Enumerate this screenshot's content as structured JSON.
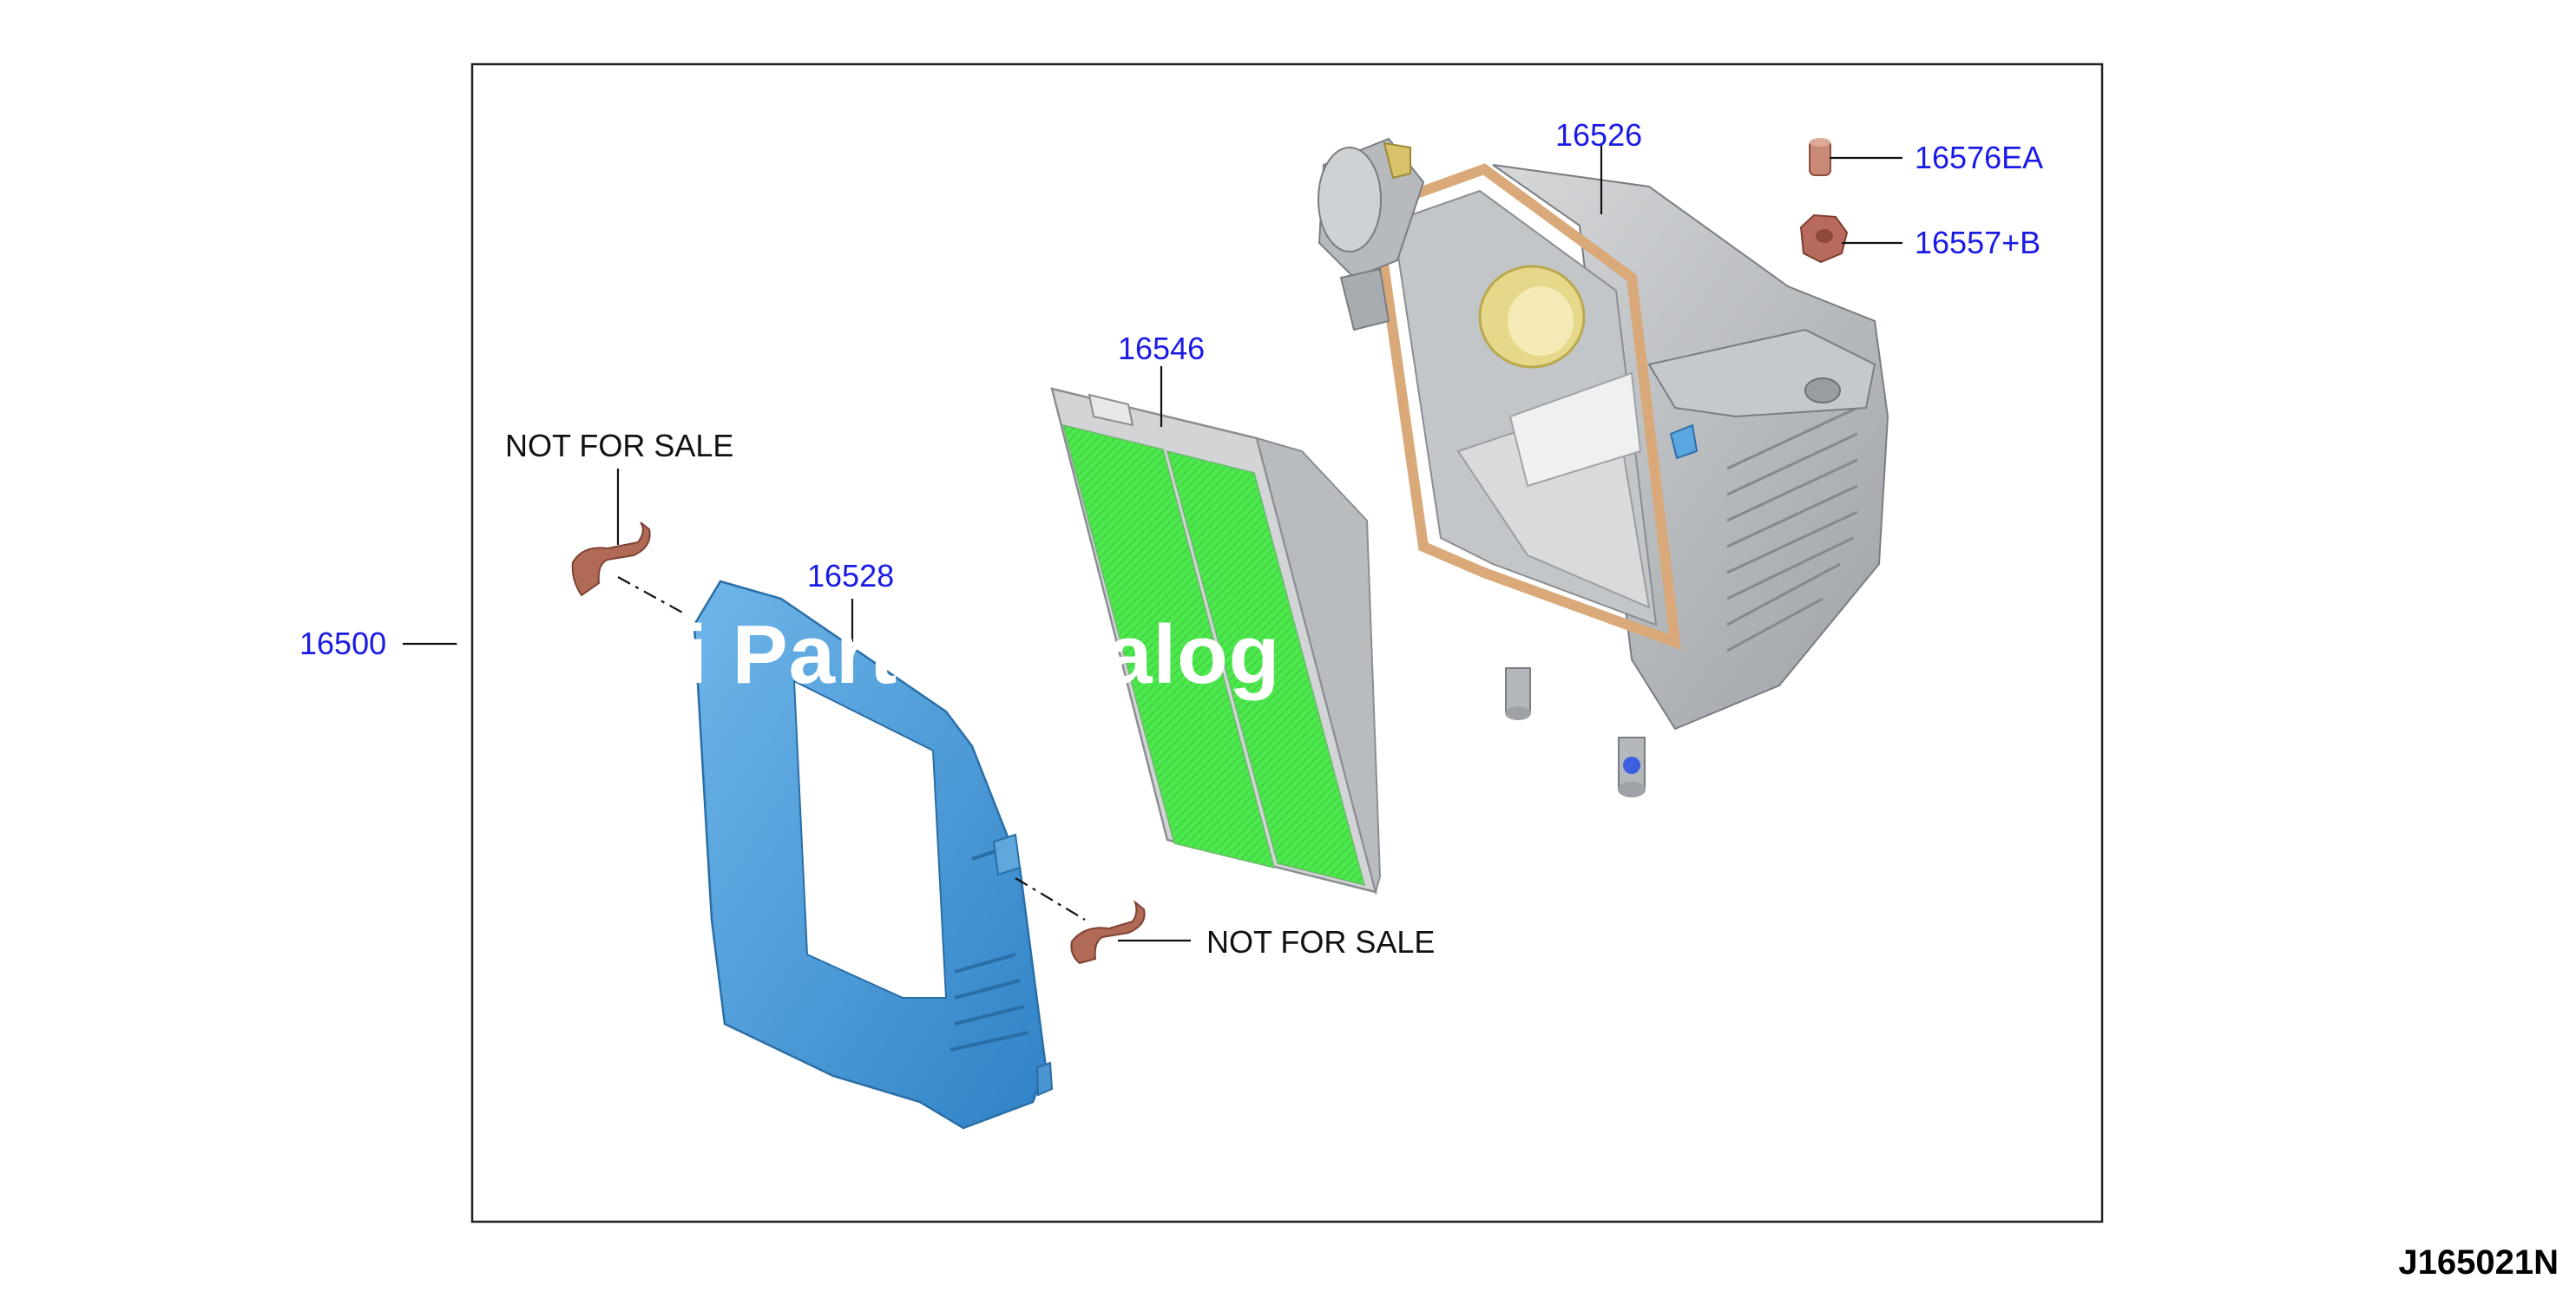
{
  "parts": [
    {
      "id": "p16526",
      "number": "16526"
    },
    {
      "id": "p16576EA",
      "number": "16576EA"
    },
    {
      "id": "p16557B",
      "number": "16557+B"
    },
    {
      "id": "p16546",
      "number": "16546"
    },
    {
      "id": "p16528",
      "number": "16528"
    },
    {
      "id": "p16500",
      "number": "16500"
    }
  ],
  "notes": {
    "top_clip": "NOT FOR SALE",
    "bottom_clip": "NOT FOR SALE"
  },
  "watermark": "Infiniti Parts Catalog",
  "diagram_code": "J165021N",
  "colors": {
    "part_number": "#1a1ae6",
    "housing": "#b9bcbf",
    "filter": "#4de84d",
    "cover": "#4a9ad8",
    "clip": "#b06a55",
    "gasket": "#d9a97a"
  }
}
